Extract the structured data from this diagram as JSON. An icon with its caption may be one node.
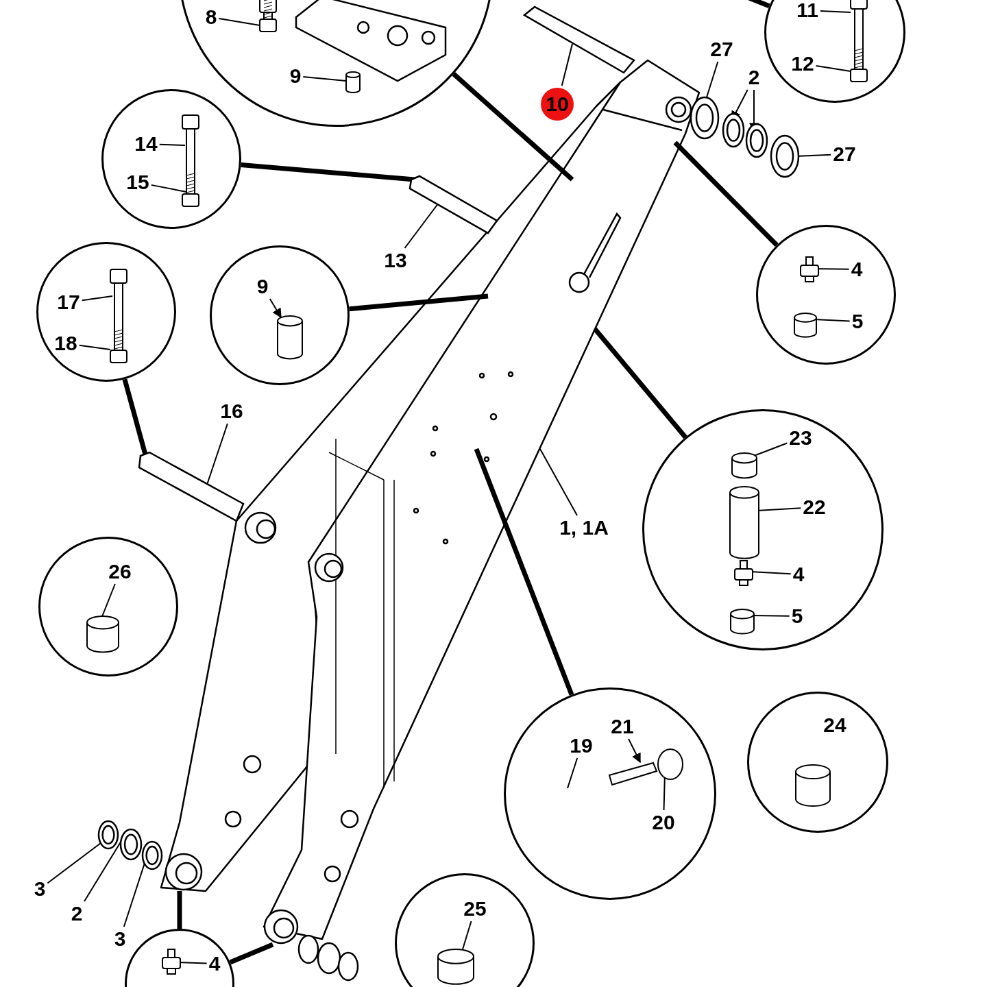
{
  "diagram": {
    "nodes": [
      {
        "text": [],
        "shape": "circle"
      },
      {
        "text": [
          "8"
        ],
        "in": 0
      },
      {
        "text": [
          "9"
        ],
        "in": 0
      },
      {
        "text": [],
        "shape": "circle"
      },
      {
        "text": [
          "11"
        ],
        "in": 3
      },
      {
        "text": [
          "12"
        ],
        "in": 3
      },
      {
        "text": [
          "10"
        ]
      },
      {
        "text": [
          "27"
        ]
      },
      {
        "text": [
          "2"
        ]
      },
      {
        "text": [
          "27"
        ]
      },
      {
        "text": [],
        "shape": "circle"
      },
      {
        "text": [
          "14"
        ],
        "in": 10
      },
      {
        "text": [
          "15"
        ],
        "in": 10
      },
      {
        "text": [
          "13"
        ]
      },
      {
        "text": [],
        "shape": "circle"
      },
      {
        "text": [
          "17"
        ],
        "in": 14
      },
      {
        "text": [
          "18"
        ],
        "in": 14
      },
      {
        "text": [],
        "shape": "circle"
      },
      {
        "text": [
          "9"
        ],
        "in": 17
      },
      {
        "text": [],
        "shape": "circle"
      },
      {
        "text": [
          "4"
        ],
        "in": 19
      },
      {
        "text": [
          "5"
        ],
        "in": 19
      },
      {
        "text": [
          "16"
        ]
      },
      {
        "text": [
          "1, 1A"
        ]
      },
      {
        "text": [],
        "shape": "circle"
      },
      {
        "text": [
          "23"
        ],
        "in": 24
      },
      {
        "text": [
          "22"
        ],
        "in": 24
      },
      {
        "text": [
          "4"
        ],
        "in": 24
      },
      {
        "text": [
          "5"
        ],
        "in": 24
      },
      {
        "text": [],
        "shape": "circle"
      },
      {
        "text": [
          "26"
        ],
        "in": 29
      },
      {
        "text": [],
        "shape": "circle"
      },
      {
        "text": [
          "19"
        ],
        "in": 31
      },
      {
        "text": [
          "21"
        ],
        "in": 31
      },
      {
        "text": [
          "20"
        ],
        "in": 31
      },
      {
        "text": [],
        "shape": "circle"
      },
      {
        "text": [
          "24"
        ],
        "in": 35
      },
      {
        "text": [
          "3"
        ]
      },
      {
        "text": [
          "2"
        ]
      },
      {
        "text": [
          "3"
        ]
      },
      {
        "text": [],
        "shape": "circle"
      },
      {
        "text": [
          "25"
        ],
        "in": 40
      },
      {
        "text": [],
        "shape": "circle"
      },
      {
        "text": [
          "4"
        ],
        "in": 42
      },
      {
        "text": [],
        "shape": "picture",
        "in": 0
      },
      {
        "text": [],
        "shape": "cylinder",
        "in": 0
      },
      {
        "text": [],
        "shape": "picture",
        "in": 3
      },
      {
        "text": [],
        "shape": "picture"
      },
      {
        "text": [],
        "shape": "picture"
      },
      {
        "text": [],
        "shape": "picture"
      },
      {
        "text": [],
        "shape": "picture"
      },
      {
        "text": [],
        "shape": "picture"
      },
      {
        "text": [],
        "shape": "picture",
        "in": 10
      },
      {
        "text": [],
        "shape": "picture"
      },
      {
        "text": [],
        "shape": "picture",
        "in": 14
      },
      {
        "text": [],
        "shape": "cylinder",
        "in": 17
      },
      {
        "text": [],
        "shape": "picture",
        "in": 19
      },
      {
        "text": [],
        "shape": "cylinder",
        "in": 19
      },
      {
        "text": [],
        "shape": "picture"
      },
      {
        "text": [],
        "shape": "cylinder",
        "in": 24
      },
      {
        "text": [],
        "shape": "cylinder",
        "in": 24
      },
      {
        "text": [],
        "shape": "picture",
        "in": 24
      },
      {
        "text": [],
        "shape": "cylinder",
        "in": 24
      },
      {
        "text": [],
        "shape": "cylinder",
        "in": 29
      },
      {
        "text": [],
        "shape": "picture",
        "in": 31
      },
      {
        "text": [],
        "shape": "cylinder",
        "in": 35
      },
      {
        "text": [],
        "shape": "picture"
      },
      {
        "text": [],
        "shape": "picture"
      },
      {
        "text": [],
        "shape": "picture"
      },
      {
        "text": [],
        "shape": "cylinder",
        "in": 40
      },
      {
        "text": [],
        "shape": "picture",
        "in": 42
      },
      {
        "text": [],
        "shape": "picture"
      },
      {
        "text": [],
        "shape": "picture"
      }
    ],
    "edges": [
      {
        "from": 1,
        "to": 44,
        "arrow": "none"
      },
      {
        "from": 2,
        "to": 45,
        "arrow": "none"
      },
      {
        "from": 4,
        "to": 46,
        "arrow": "none"
      },
      {
        "from": 5,
        "to": 46,
        "arrow": "none"
      },
      {
        "from": 6,
        "to": 47,
        "arrow": "none"
      },
      {
        "from": 7,
        "to": 48,
        "arrow": "none"
      },
      {
        "from": 8,
        "to": 49,
        "arrow": "to"
      },
      {
        "from": 8,
        "to": 50,
        "arrow": "to"
      },
      {
        "from": 9,
        "to": 51,
        "arrow": "none"
      },
      {
        "from": 11,
        "to": 52,
        "arrow": "none"
      },
      {
        "from": 12,
        "to": 52,
        "arrow": "none"
      },
      {
        "from": 13,
        "to": 53,
        "arrow": "none"
      },
      {
        "from": 15,
        "to": 54,
        "arrow": "none"
      },
      {
        "from": 16,
        "to": 54,
        "arrow": "none"
      },
      {
        "from": 18,
        "to": 55,
        "arrow": "to"
      },
      {
        "from": 20,
        "to": 56,
        "arrow": "none"
      },
      {
        "from": 21,
        "to": 57,
        "arrow": "none"
      },
      {
        "from": 22,
        "to": 58,
        "arrow": "none"
      },
      {
        "from": 23,
        "to": null,
        "arrow": "none"
      },
      {
        "from": 25,
        "to": 59,
        "arrow": "none"
      },
      {
        "from": 26,
        "to": 60,
        "arrow": "none"
      },
      {
        "from": 27,
        "to": 61,
        "arrow": "none"
      },
      {
        "from": 28,
        "to": 62,
        "arrow": "none"
      },
      {
        "from": 30,
        "to": 63,
        "arrow": "none"
      },
      {
        "from": 32,
        "to": null,
        "arrow": "none"
      },
      {
        "from": 33,
        "to": 64,
        "arrow": "to"
      },
      {
        "from": 34,
        "to": 64,
        "arrow": "none"
      },
      {
        "from": 37,
        "to": 66,
        "arrow": "none"
      },
      {
        "from": 38,
        "to": 67,
        "arrow": "none"
      },
      {
        "from": 39,
        "to": 68,
        "arrow": "none"
      },
      {
        "from": 41,
        "to": 69,
        "arrow": "none"
      },
      {
        "from": 43,
        "to": 70,
        "arrow": "none"
      },
      {
        "from": 0,
        "to": null,
        "arrow": "none",
        "style": "thick"
      },
      {
        "from": 3,
        "to": null,
        "arrow": "none",
        "style": "thick"
      },
      {
        "from": 10,
        "to": 53,
        "arrow": "none",
        "style": "thick"
      },
      {
        "from": 14,
        "to": 58,
        "arrow": "none",
        "style": "thick"
      },
      {
        "from": 17,
        "to": null,
        "arrow": "none",
        "style": "thick"
      },
      {
        "from": 19,
        "to": null,
        "arrow": "none",
        "style": "thick"
      },
      {
        "from": 24,
        "to": null,
        "arrow": "none",
        "style": "thick"
      },
      {
        "from": 31,
        "to": null,
        "arrow": "none",
        "style": "thick"
      },
      {
        "from": 42,
        "to": 71,
        "arrow": "none",
        "style": "thick"
      },
      {
        "from": 42,
        "to": 72,
        "arrow": "none",
        "style": "thick"
      }
    ]
  }
}
